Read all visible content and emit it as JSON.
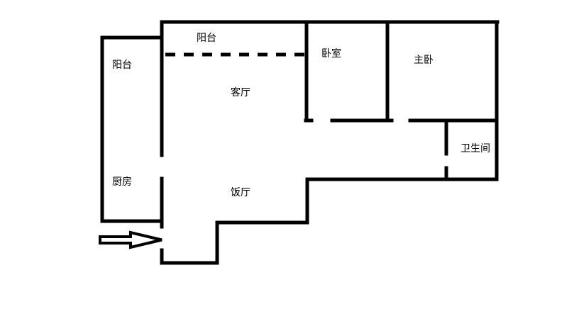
{
  "floor_plan": {
    "rooms": {
      "balcony_top": "阳台",
      "balcony_left": "阳台",
      "living_room": "客厅",
      "bedroom": "卧室",
      "master_bedroom": "主卧",
      "bathroom": "卫生间",
      "kitchen": "厨房",
      "dining_room": "饭厅"
    },
    "entrance_arrow_icon": "arrow-right-outline",
    "wall_color": "#000000",
    "background_color": "#ffffff"
  }
}
